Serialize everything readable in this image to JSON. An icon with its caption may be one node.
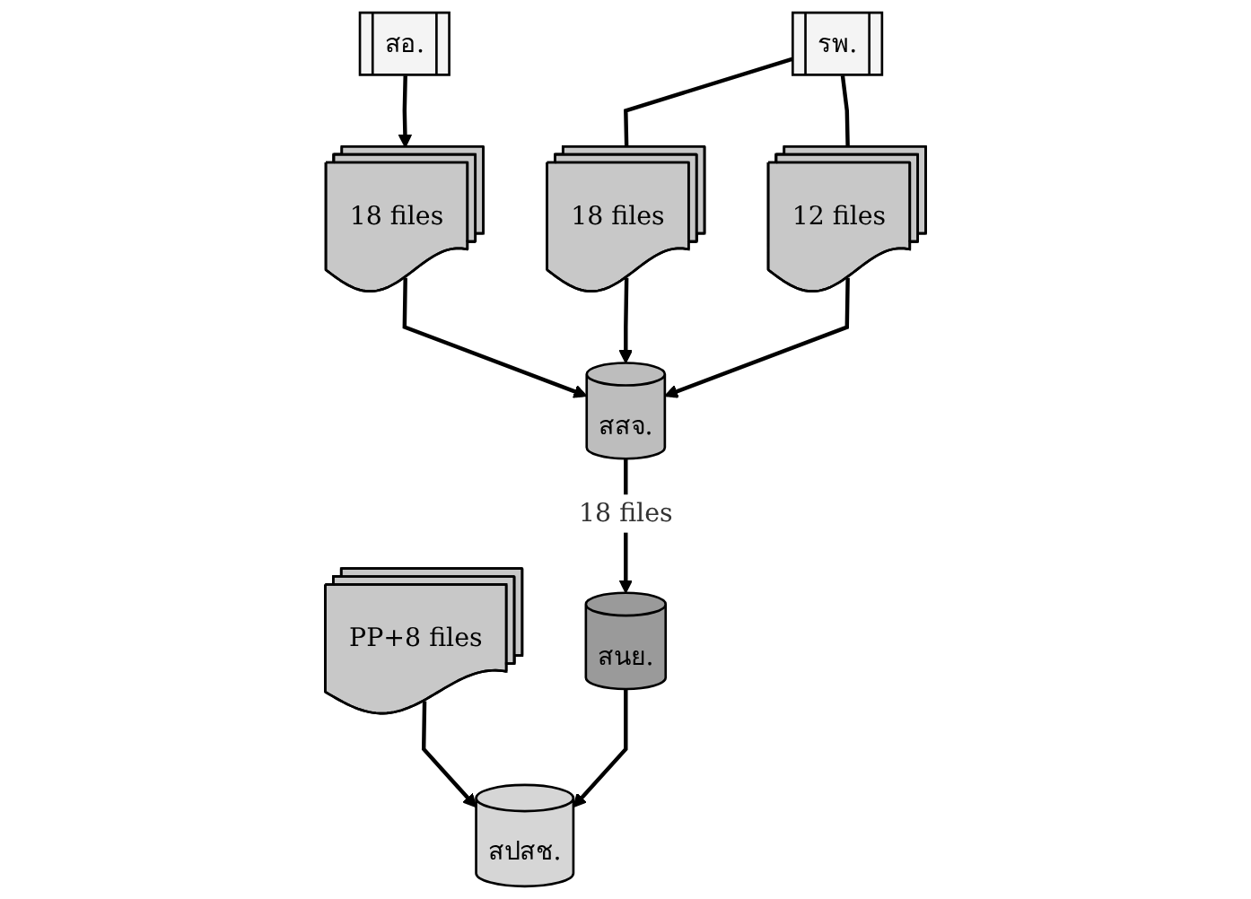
{
  "diagram": {
    "nodes": [
      {
        "text": [
          "สอ."
        ]
      },
      {
        "text": [
          "รพ."
        ]
      },
      {
        "text": [
          "18 files"
        ]
      },
      {
        "text": [
          "18 files"
        ]
      },
      {
        "text": [
          "12 files"
        ]
      },
      {
        "text": [
          "PP+8 files"
        ]
      },
      {
        "text": [
          "สสจ."
        ]
      },
      {
        "text": [
          "สนย."
        ]
      },
      {
        "text": [
          "สปสช."
        ]
      }
    ],
    "edges": [
      {
        "from": 0,
        "to": 2,
        "arrow": "to"
      },
      {
        "from": 1,
        "to": 3,
        "arrow": "none"
      },
      {
        "from": 1,
        "to": 4,
        "arrow": "none"
      },
      {
        "from": 2,
        "to": 6,
        "arrow": "to"
      },
      {
        "from": 3,
        "to": 6,
        "arrow": "to"
      },
      {
        "from": 4,
        "to": 6,
        "arrow": "to"
      },
      {
        "from": 5,
        "to": 8,
        "arrow": "to"
      },
      {
        "from": 6,
        "to": 7,
        "arrow": "to",
        "label": "18 files"
      },
      {
        "from": 7,
        "to": 8,
        "arrow": "to"
      }
    ]
  }
}
